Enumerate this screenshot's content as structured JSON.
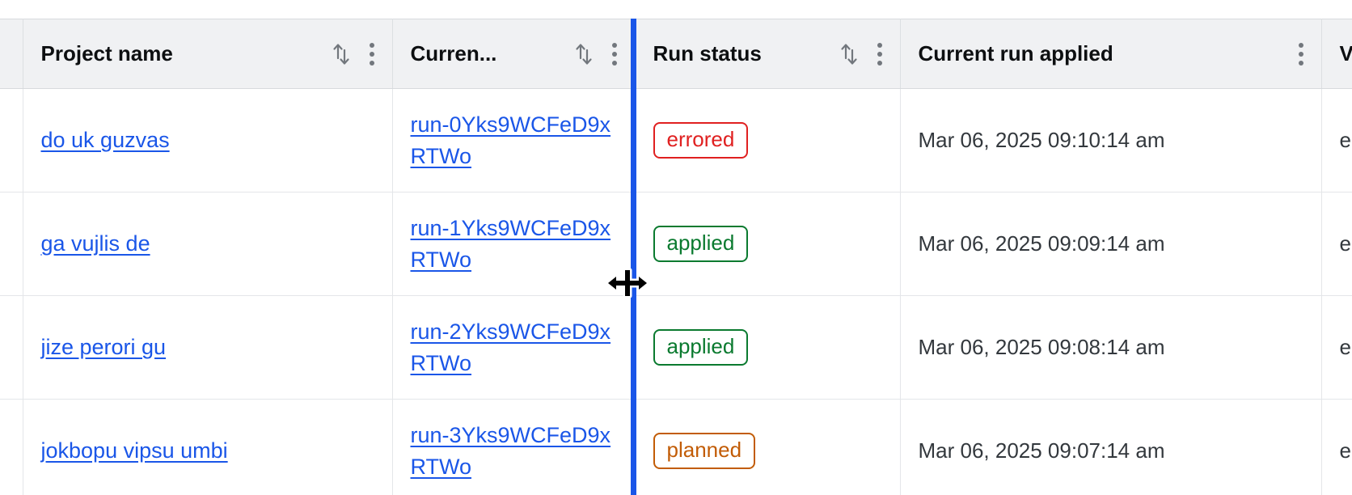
{
  "table": {
    "columns": [
      {
        "key": "select",
        "label": "",
        "sortable": false,
        "menu": false,
        "icon": ""
      },
      {
        "key": "name",
        "label": "Project name",
        "sortable": true,
        "menu": true,
        "icon": "sort-icon"
      },
      {
        "key": "run",
        "label": "Curren...",
        "sortable": true,
        "menu": true,
        "icon": "sort-icon"
      },
      {
        "key": "status",
        "label": "Run status",
        "sortable": true,
        "menu": true,
        "icon": "sort-icon"
      },
      {
        "key": "applied",
        "label": "Current run applied",
        "sortable": false,
        "menu": true,
        "icon": ""
      },
      {
        "key": "clipped",
        "label": "V",
        "sortable": false,
        "menu": false,
        "icon": ""
      }
    ],
    "rows": [
      {
        "name": "do uk guzvas",
        "run": "run-0Yks9WCFeD9xRTWo",
        "status": "errored",
        "status_kind": "errored",
        "applied": "Mar 06, 2025 09:10:14 am",
        "clipped": "e"
      },
      {
        "name": "ga vujlis de",
        "run": "run-1Yks9WCFeD9xRTWo",
        "status": "applied",
        "status_kind": "applied",
        "applied": "Mar 06, 2025 09:09:14 am",
        "clipped": "e"
      },
      {
        "name": "jize perori gu",
        "run": "run-2Yks9WCFeD9xRTWo",
        "status": "applied",
        "status_kind": "applied",
        "applied": "Mar 06, 2025 09:08:14 am",
        "clipped": "e"
      },
      {
        "name": "jokbopu vipsu umbi",
        "run": "run-3Yks9WCFeD9xRTWo",
        "status": "planned",
        "status_kind": "planned",
        "applied": "Mar 06, 2025 09:07:14 am",
        "clipped": "e"
      }
    ]
  },
  "interaction": {
    "resize_indicator": "column-resize-in-progress",
    "cursor": "col-resize-cursor"
  },
  "colors": {
    "link": "#1a56e8",
    "resize_indicator": "#1a56e8",
    "header_bg": "#f0f1f3",
    "status_errored": "#e02020",
    "status_applied": "#0a7a2f",
    "status_planned": "#c25c06"
  }
}
